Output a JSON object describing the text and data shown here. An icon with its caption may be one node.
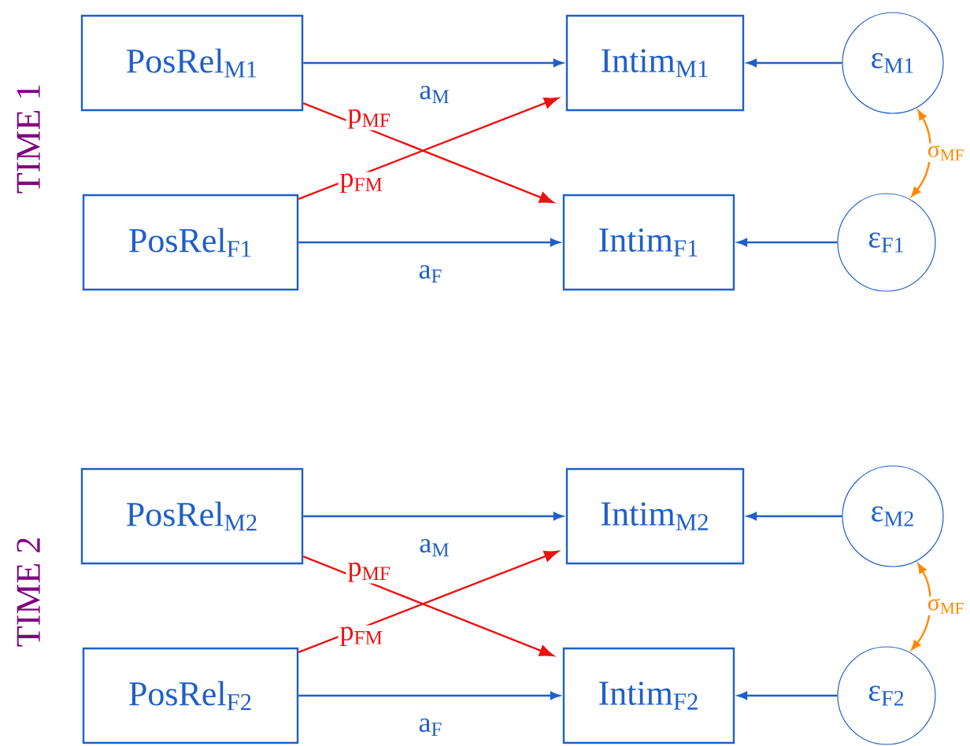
{
  "diagram": {
    "nodes": [
      {
        "text": [
          "PosRel$_{M1}$"
        ]
      },
      {
        "text": [
          "Intim$_{M1}$"
        ]
      },
      {
        "text": [
          "ε$_{M1}$"
        ]
      },
      {
        "text": [
          "PosRel$_{F1}$"
        ]
      },
      {
        "text": [
          "Intim$_{F1}$"
        ]
      },
      {
        "text": [
          "ε$_{F1}$"
        ]
      },
      {
        "text": [
          "PosRel$_{M2}$"
        ]
      },
      {
        "text": [
          "Intim$_{M2}$"
        ]
      },
      {
        "text": [
          "ε$_{M2}$"
        ]
      },
      {
        "text": [
          "PosRel$_{F2}$"
        ]
      },
      {
        "text": [
          "Intim$_{F2}$"
        ]
      },
      {
        "text": [
          "ε$_{F2}$"
        ]
      }
    ],
    "edges": [
      {
        "from": 0,
        "to": 1,
        "arrow": "to",
        "label": "a$_{M}$"
      },
      {
        "from": 0,
        "to": 4,
        "arrow": "to",
        "label": "p$_{MF}$",
        "color": "#ee1111"
      },
      {
        "from": 3,
        "to": 1,
        "arrow": "to",
        "label": "p$_{FM}$",
        "color": "#ee1111"
      },
      {
        "from": 3,
        "to": 4,
        "arrow": "to",
        "label": "a$_{F}$"
      },
      {
        "from": 2,
        "to": 1,
        "arrow": "to"
      },
      {
        "from": 5,
        "to": 4,
        "arrow": "to"
      },
      {
        "from": 2,
        "to": 5,
        "arrow": "both",
        "label": "σ$_{MF}$",
        "color": "#ff8800"
      },
      {
        "from": 6,
        "to": 7,
        "arrow": "to",
        "label": "a$_{M}$"
      },
      {
        "from": 6,
        "to": 10,
        "arrow": "to",
        "label": "p$_{MF}$",
        "color": "#ee1111"
      },
      {
        "from": 9,
        "to": 7,
        "arrow": "to",
        "label": "p$_{FM}$",
        "color": "#ee1111"
      },
      {
        "from": 9,
        "to": 10,
        "arrow": "to",
        "label": "a$_{F}$"
      },
      {
        "from": 8,
        "to": 7,
        "arrow": "to"
      },
      {
        "from": 11,
        "to": 10,
        "arrow": "to"
      },
      {
        "from": 8,
        "to": 11,
        "arrow": "both",
        "label": "σ$_{MF}$",
        "color": "#ff8800"
      }
    ],
    "labels": [
      "TIME 1",
      "TIME 2"
    ]
  }
}
